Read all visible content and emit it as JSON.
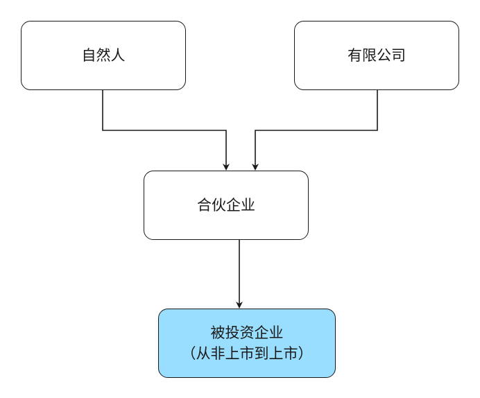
{
  "nodes": {
    "natural_person": {
      "label": "自然人"
    },
    "llc": {
      "label": "有限公司"
    },
    "partnership": {
      "label": "合伙企业"
    },
    "investee": {
      "line1": "被投资企业",
      "line2": "（从非上市到上市）"
    }
  },
  "edges": [
    {
      "from": "natural_person",
      "to": "partnership"
    },
    {
      "from": "llc",
      "to": "partnership"
    },
    {
      "from": "partnership",
      "to": "investee"
    }
  ],
  "colors": {
    "stroke": "#1a1a1a",
    "node_fill": "#ffffff",
    "highlight_fill": "#99ddff"
  }
}
